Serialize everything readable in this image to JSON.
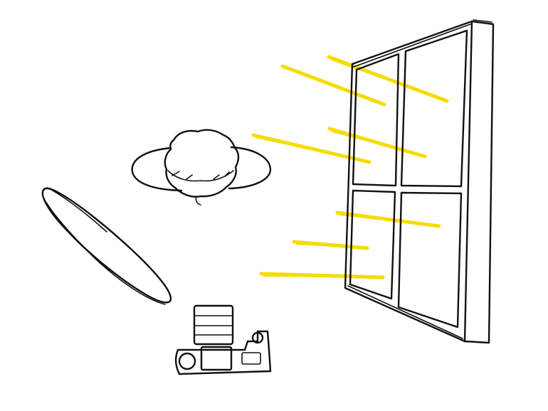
{
  "colors": {
    "background": "#ffffff",
    "ink": "#111111",
    "light_ray": "#f5dc00"
  },
  "scene": {
    "objects": [
      {
        "name": "window",
        "icon": "window-icon"
      },
      {
        "name": "light-rays",
        "icon": "sunlight-icon"
      },
      {
        "name": "subject-head-with-hat",
        "icon": "person-head-icon"
      },
      {
        "name": "reflector-disc",
        "icon": "reflector-icon"
      },
      {
        "name": "camera",
        "icon": "camera-icon"
      }
    ]
  }
}
